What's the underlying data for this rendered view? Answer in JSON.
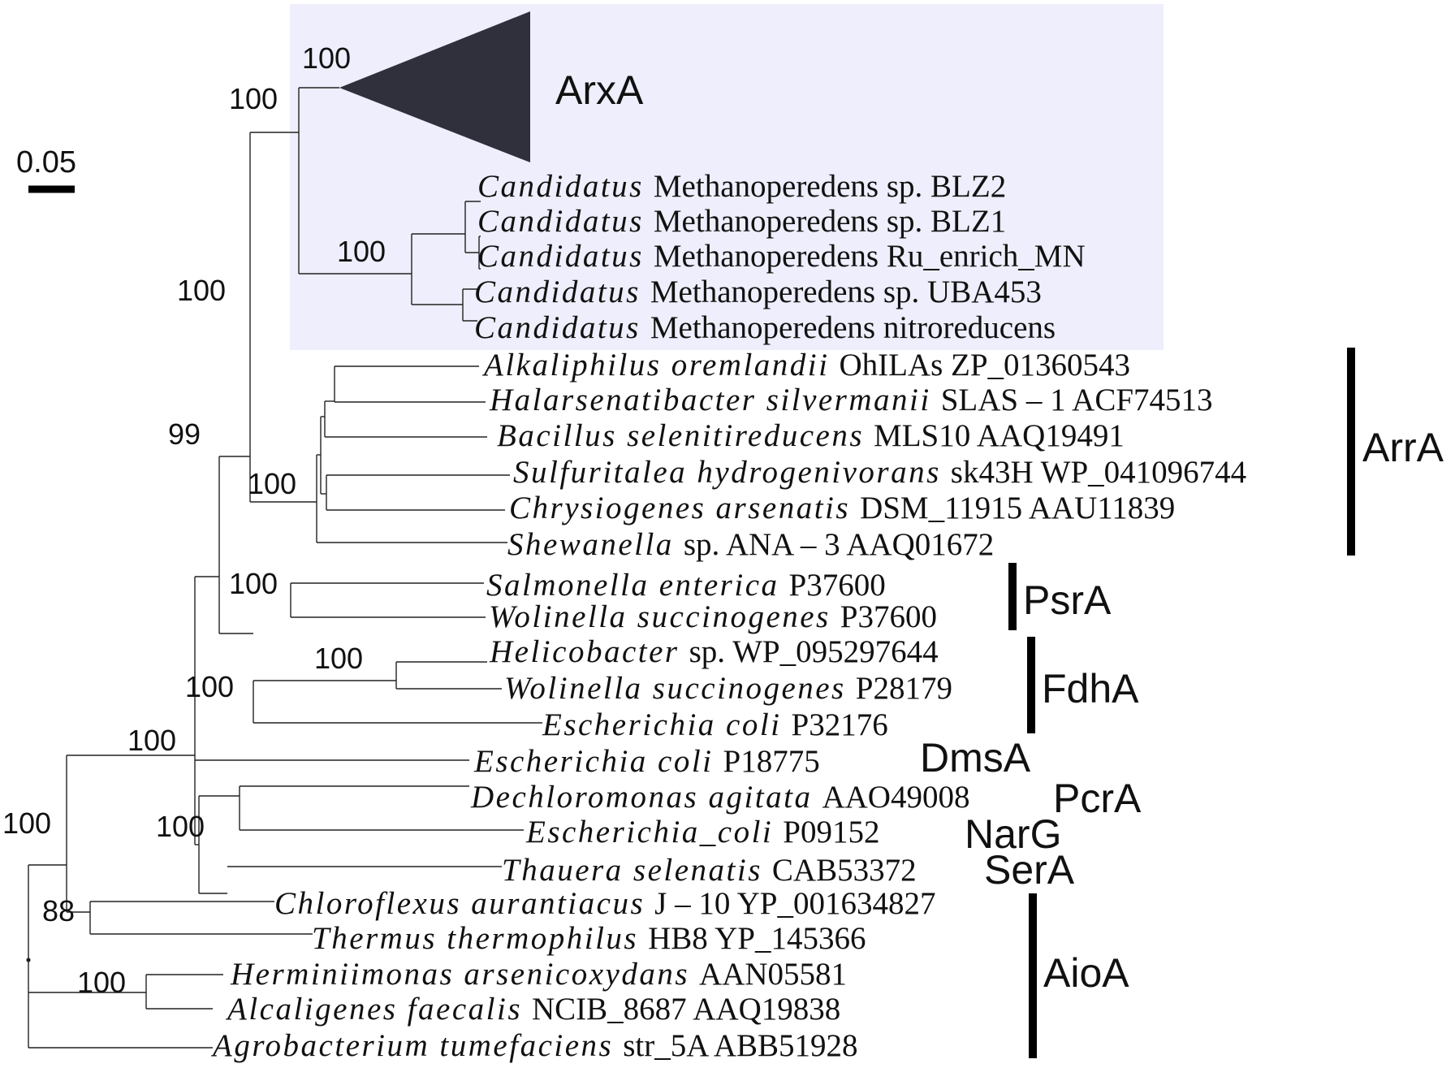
{
  "scale_bar": {
    "label": "0.05"
  },
  "collapsed_clade": {
    "label": "ArxA",
    "bootstrap": "100",
    "highlight_color": "#eeeefc",
    "fill_color": "#30303c"
  },
  "taxa": [
    {
      "id": "blz2",
      "genus": "Candidatus",
      "rest": "Methanoperedens sp.  BLZ2"
    },
    {
      "id": "blz1",
      "genus": "Candidatus",
      "rest": "Methanoperedens sp.  BLZ1"
    },
    {
      "id": "ru",
      "genus": "Candidatus",
      "rest": "Methanoperedens Ru_enrich_MN"
    },
    {
      "id": "uba",
      "genus": "Candidatus",
      "rest": "Methanoperedens sp.  UBA453"
    },
    {
      "id": "nitro",
      "genus": "Candidatus",
      "rest": "Methanoperedens nitroreducens"
    },
    {
      "id": "alk",
      "genus": "Alkaliphilus oremlandii",
      "rest": "OhILAs  ZP_01360543"
    },
    {
      "id": "hal",
      "genus": "Halarsenatibacter silvermanii",
      "rest": "SLAS – 1  ACF74513"
    },
    {
      "id": "bac",
      "genus": "Bacillus selenitireducens",
      "rest": "MLS10  AAQ19491"
    },
    {
      "id": "sul",
      "genus": "Sulfuritalea hydrogenivorans",
      "rest": "sk43H  WP_041096744"
    },
    {
      "id": "chr",
      "genus": "Chrysiogenes arsenatis",
      "rest": "DSM_11915  AAU11839"
    },
    {
      "id": "she",
      "genus": "Shewanella",
      "rest": "sp. ANA – 3 AAQ01672"
    },
    {
      "id": "sal",
      "genus": "Salmonella enterica",
      "rest": "P37600"
    },
    {
      "id": "wol1",
      "genus": "Wolinella succinogenes",
      "rest": "P37600"
    },
    {
      "id": "hel",
      "genus": "Helicobacter",
      "rest": "sp.  WP_095297644"
    },
    {
      "id": "wol2",
      "genus": "Wolinella succinogenes",
      "rest": "P28179"
    },
    {
      "id": "eco1",
      "genus": "Escherichia  coli",
      "rest": "P32176"
    },
    {
      "id": "eco2",
      "genus": "Escherichia  coli",
      "rest": "P18775"
    },
    {
      "id": "dec",
      "genus": "Dechloromonas agitata",
      "rest": "AAO49008"
    },
    {
      "id": "eco3",
      "genus": "Escherichia_coli",
      "rest": "P09152"
    },
    {
      "id": "tha",
      "genus": "Thauera selenatis",
      "rest": "CAB53372"
    },
    {
      "id": "chl",
      "genus": "Chloroflexus aurantiacus",
      "rest": "J – 10  YP_001634827"
    },
    {
      "id": "the",
      "genus": "Thermus thermophilus",
      "rest": "HB8  YP_145366"
    },
    {
      "id": "her",
      "genus": "Herminiimonas arsenicoxydans",
      "rest": "AAN05581"
    },
    {
      "id": "alc",
      "genus": "Alcaligenes faecalis",
      "rest": "NCIB_8687  AAQ19838"
    },
    {
      "id": "agr",
      "genus": "Agrobacterium tumefaciens",
      "rest": "str_5A  ABB51928"
    }
  ],
  "bootstrap_values": {
    "arx_vs_meth": "100",
    "methanoperedens": "100",
    "arr_arx": "100",
    "arr_psr": "100",
    "arr": "100",
    "arr_psr_node": "99",
    "psr": "100",
    "fdh_inner": "100",
    "fdh": "100",
    "main": "100",
    "pcr_nar_ser": "100",
    "root": "100",
    "aio_chl_the": "88",
    "aio_her_alc": "100"
  },
  "groups": [
    {
      "id": "arr",
      "label": "ArrA"
    },
    {
      "id": "psr",
      "label": "PsrA"
    },
    {
      "id": "fdh",
      "label": "FdhA"
    },
    {
      "id": "dms",
      "label": "DmsA"
    },
    {
      "id": "pcr",
      "label": "PcrA"
    },
    {
      "id": "nar",
      "label": "NarG"
    },
    {
      "id": "ser",
      "label": "SerA"
    },
    {
      "id": "aio",
      "label": "AioA"
    }
  ]
}
